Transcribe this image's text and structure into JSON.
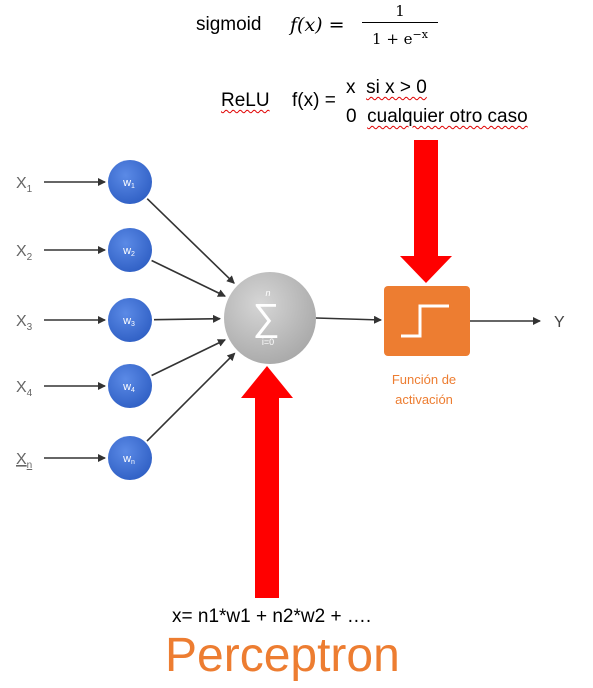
{
  "header": {
    "sigmoid_label": "sigmoid",
    "sigmoid_fx": "f(x) =",
    "sigmoid_num": "1",
    "sigmoid_den_base": "1 + e",
    "sigmoid_den_exp": "−x",
    "relu_label": "ReLU",
    "relu_fx": "f(x) =",
    "relu_case1_value": "x",
    "relu_case1_cond": "si x > 0",
    "relu_case2_value": "0",
    "relu_case2_cond": "cualquier otro caso"
  },
  "diagram": {
    "inputs": [
      {
        "base": "X",
        "sub": "1"
      },
      {
        "base": "X",
        "sub": "2"
      },
      {
        "base": "X",
        "sub": "3"
      },
      {
        "base": "X",
        "sub": "4"
      },
      {
        "base": "X",
        "sub": "n"
      }
    ],
    "weights": [
      {
        "base": "w",
        "sub": "1"
      },
      {
        "base": "w",
        "sub": "2"
      },
      {
        "base": "w",
        "sub": "3"
      },
      {
        "base": "w",
        "sub": "4"
      },
      {
        "base": "w",
        "sub": "n"
      }
    ],
    "sum": {
      "symbol": "∑",
      "upper": "n",
      "lower": "i=0"
    },
    "activation_label_line1": "Función de",
    "activation_label_line2": "activación",
    "output": "Y"
  },
  "formula": "x= n1*w1 + n2*w2 + ….",
  "title": "Perceptron",
  "colors": {
    "neuron_blue": "#3f6fd2",
    "sum_gray": "#bdbdbd",
    "activation_orange": "#ed7d31",
    "arrow_red": "#ff0000",
    "title_orange": "#ed7d31"
  }
}
